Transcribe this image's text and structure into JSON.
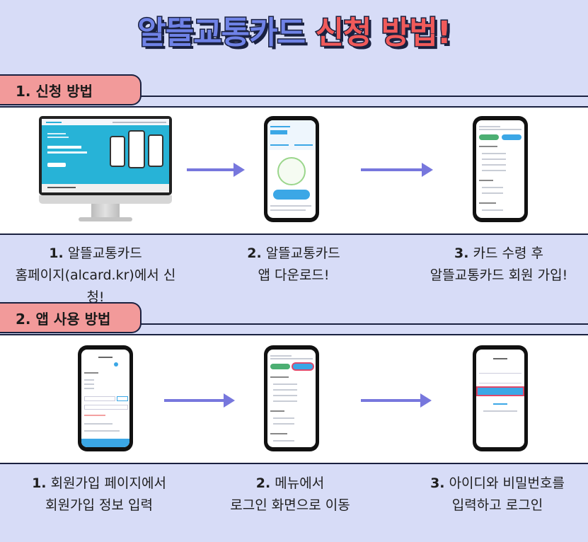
{
  "title": {
    "part1": "알뜰교통카드",
    "part2": "신청 방법!"
  },
  "section1": {
    "header": "1. 신청 방법",
    "steps": [
      {
        "num": "1.",
        "line1": "알뜰교통카드",
        "line2": "홈페이지(alcard.kr)에서 신청!"
      },
      {
        "num": "2.",
        "line1": "알뜰교통카드",
        "line2": "앱 다운로드!"
      },
      {
        "num": "3.",
        "line1": "카드 수령 후",
        "line2": "알뜰교통카드 회원 가입!"
      }
    ]
  },
  "section2": {
    "header": "2. 앱 사용 방법",
    "steps": [
      {
        "num": "1.",
        "line1": "회원가입 페이지에서",
        "line2": "회원가입 정보 입력"
      },
      {
        "num": "2.",
        "line1": "메뉴에서",
        "line2": "로그인 화면으로 이동"
      },
      {
        "num": "3.",
        "line1": "아이디와 비밀번호를",
        "line2": "입력하고 로그인"
      }
    ]
  },
  "colors": {
    "background": "#d7dcf7",
    "accent_blue": "#6f82e6",
    "accent_red": "#f05a5a",
    "tag_pink": "#f29a9a",
    "arrow": "#7777dd"
  },
  "icons": [
    "monitor-illustration",
    "phone-illustration",
    "arrow-right-icon"
  ]
}
